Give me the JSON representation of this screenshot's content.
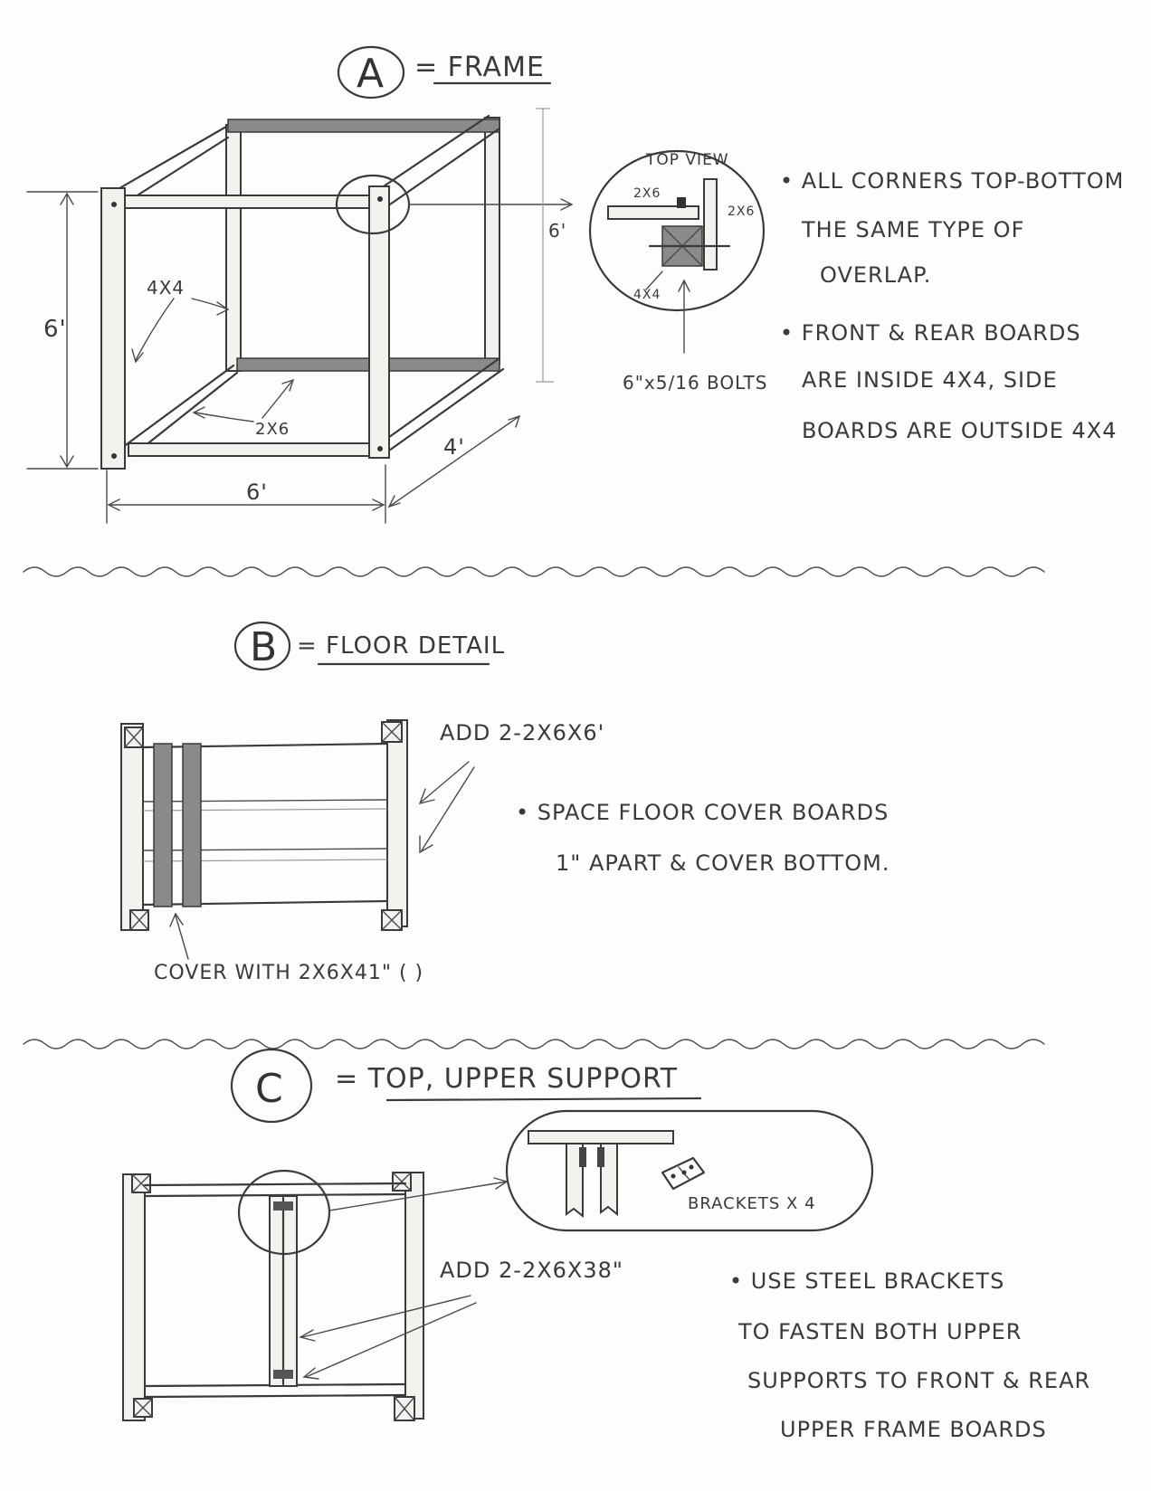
{
  "section_a": {
    "letter": "A",
    "title": "= FRAME",
    "dim_height": "6'",
    "dim_width": "6'",
    "dim_depth": "4'",
    "label_4x4": "4X4",
    "label_2x6": "2X6",
    "dim_top_view_side": "6'",
    "top_view": {
      "title": "TOP VIEW",
      "label_2x6_left": "2X6",
      "label_2x6_right": "2X6",
      "label_4x4": "4X4",
      "bolts": "6\"x5/16 BOLTS"
    },
    "notes": [
      [
        "• ALL CORNERS TOP-BOTTOM",
        "THE SAME TYPE OF",
        "OVERLAP."
      ],
      [
        "• FRONT & REAR BOARDS",
        "ARE INSIDE 4X4, SIDE",
        "BOARDS ARE OUTSIDE 4X4"
      ]
    ]
  },
  "section_b": {
    "letter": "B",
    "title": "= FLOOR DETAIL",
    "add_note": "ADD 2-2X6X6'",
    "notes": [
      "• SPACE FLOOR COVER BOARDS",
      "1\" APART & COVER BOTTOM."
    ],
    "cover_note": "COVER WITH 2X6X41\" (  )"
  },
  "section_c": {
    "letter": "C",
    "title": "= TOP, UPPER SUPPORT",
    "brackets": "BRACKETS X 4",
    "add_note": "ADD 2-2X6X38\"",
    "notes": [
      "• USE STEEL BRACKETS",
      "TO FASTEN BOTH UPPER",
      "SUPPORTS TO FRONT & REAR",
      "UPPER FRAME BOARDS"
    ]
  }
}
